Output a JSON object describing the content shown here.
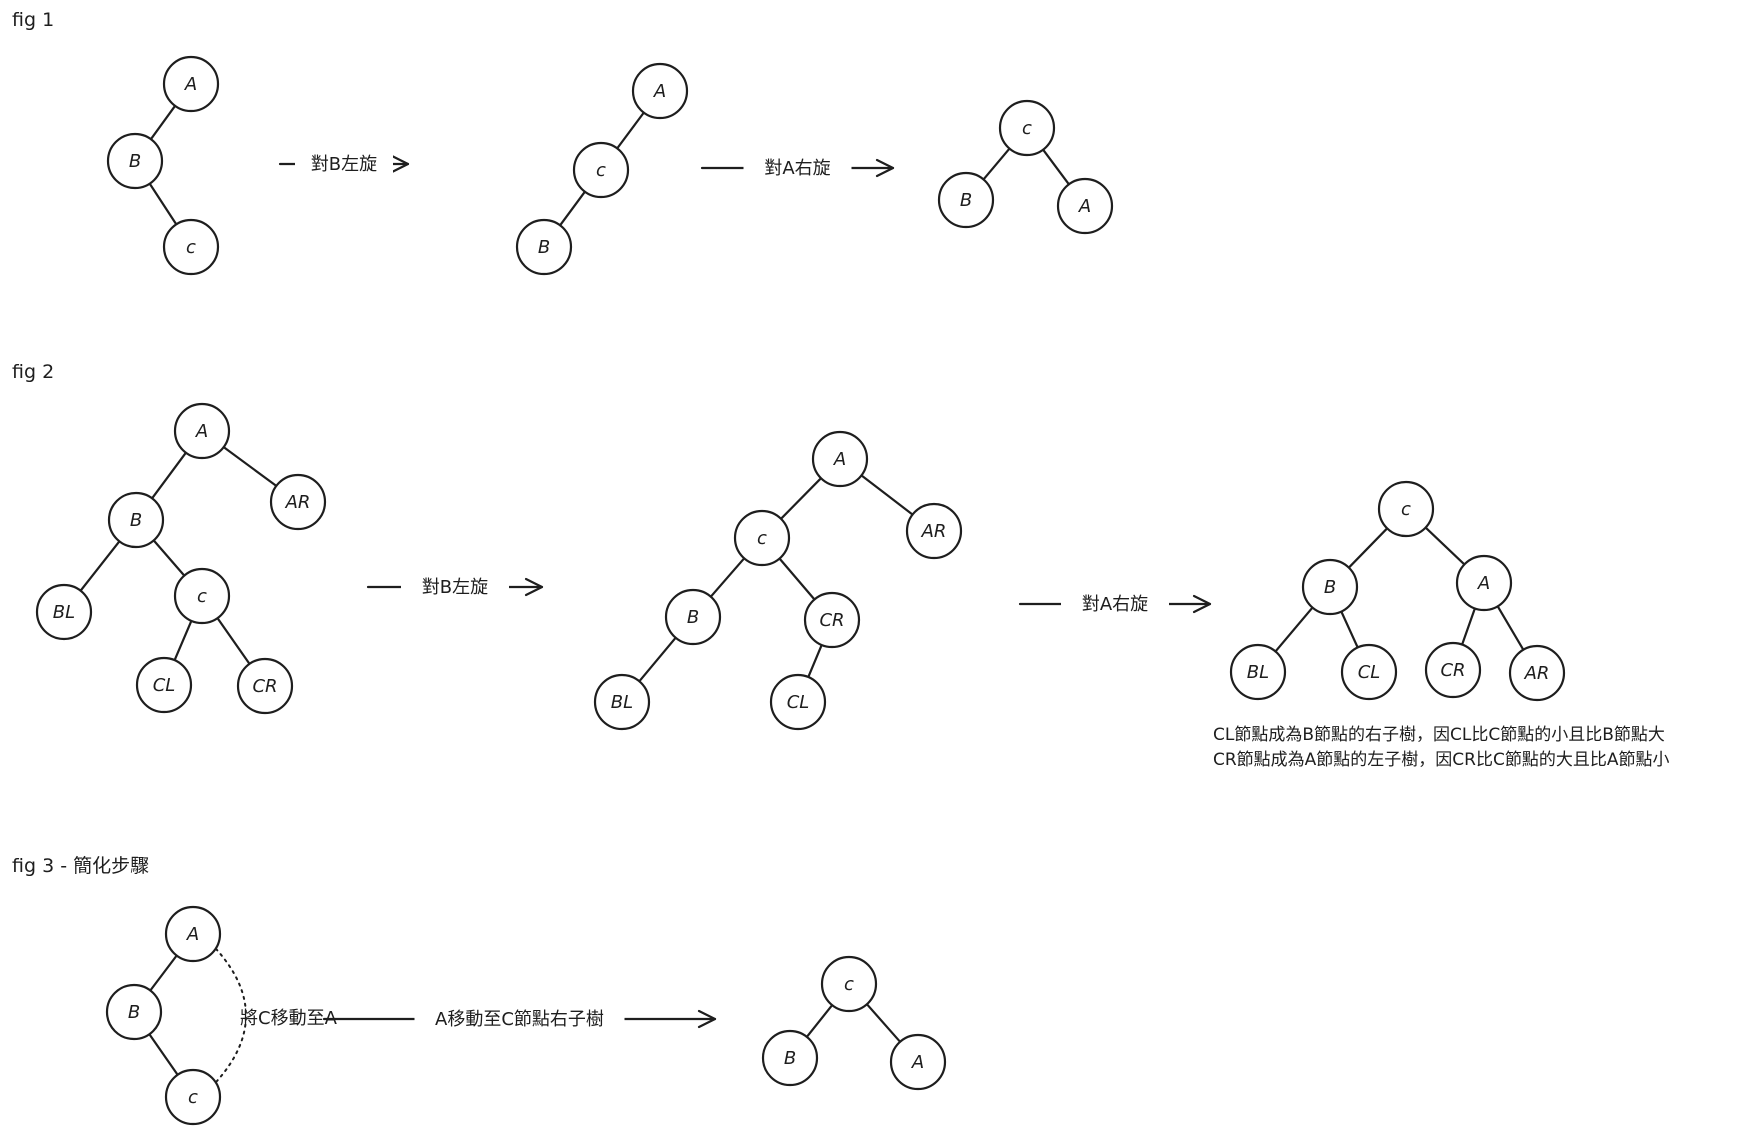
{
  "figures": [
    {
      "id": "fig1",
      "label": "fig 1",
      "trees": [
        {
          "nodes": [
            {
              "id": "A",
              "label": "A"
            },
            {
              "id": "B",
              "label": "B"
            },
            {
              "id": "C",
              "label": "c"
            }
          ],
          "edges": [
            [
              "A",
              "B"
            ],
            [
              "B",
              "C"
            ]
          ]
        },
        {
          "nodes": [
            {
              "id": "A",
              "label": "A"
            },
            {
              "id": "C",
              "label": "c"
            },
            {
              "id": "B",
              "label": "B"
            }
          ],
          "edges": [
            [
              "A",
              "C"
            ],
            [
              "C",
              "B"
            ]
          ]
        },
        {
          "nodes": [
            {
              "id": "C",
              "label": "c"
            },
            {
              "id": "B",
              "label": "B"
            },
            {
              "id": "A",
              "label": "A"
            }
          ],
          "edges": [
            [
              "C",
              "B"
            ],
            [
              "C",
              "A"
            ]
          ]
        }
      ],
      "arrows": [
        {
          "label": "對B左旋"
        },
        {
          "label": "對A右旋"
        }
      ]
    },
    {
      "id": "fig2",
      "label": "fig 2",
      "trees": [
        {
          "nodes": [
            {
              "id": "A",
              "label": "A"
            },
            {
              "id": "AR",
              "label": "AR"
            },
            {
              "id": "B",
              "label": "B"
            },
            {
              "id": "BL",
              "label": "BL"
            },
            {
              "id": "C",
              "label": "c"
            },
            {
              "id": "CL",
              "label": "CL"
            },
            {
              "id": "CR",
              "label": "CR"
            }
          ],
          "edges": [
            [
              "A",
              "B"
            ],
            [
              "A",
              "AR"
            ],
            [
              "B",
              "BL"
            ],
            [
              "B",
              "C"
            ],
            [
              "C",
              "CL"
            ],
            [
              "C",
              "CR"
            ]
          ]
        },
        {
          "nodes": [
            {
              "id": "A",
              "label": "A"
            },
            {
              "id": "AR",
              "label": "AR"
            },
            {
              "id": "C",
              "label": "c"
            },
            {
              "id": "B",
              "label": "B"
            },
            {
              "id": "CR",
              "label": "CR"
            },
            {
              "id": "BL",
              "label": "BL"
            },
            {
              "id": "CL",
              "label": "CL"
            }
          ],
          "edges": [
            [
              "A",
              "C"
            ],
            [
              "A",
              "AR"
            ],
            [
              "C",
              "B"
            ],
            [
              "C",
              "CR"
            ],
            [
              "B",
              "BL"
            ],
            [
              "CR",
              "CL"
            ]
          ]
        },
        {
          "nodes": [
            {
              "id": "C",
              "label": "c"
            },
            {
              "id": "B",
              "label": "B"
            },
            {
              "id": "A",
              "label": "A"
            },
            {
              "id": "BL",
              "label": "BL"
            },
            {
              "id": "CL",
              "label": "CL"
            },
            {
              "id": "CR",
              "label": "CR"
            },
            {
              "id": "AR",
              "label": "AR"
            }
          ],
          "edges": [
            [
              "C",
              "B"
            ],
            [
              "C",
              "A"
            ],
            [
              "B",
              "BL"
            ],
            [
              "B",
              "CL"
            ],
            [
              "A",
              "CR"
            ],
            [
              "A",
              "AR"
            ]
          ]
        }
      ],
      "arrows": [
        {
          "label": "對B左旋"
        },
        {
          "label": "對A右旋"
        }
      ],
      "notes": [
        "CL節點成為B節點的右子樹，因CL比C節點的小且比B節點大",
        "CR節點成為A節點的左子樹，因CR比C節點的大且比A節點小"
      ]
    },
    {
      "id": "fig3",
      "label": "fig 3 - 簡化步驟",
      "trees": [
        {
          "nodes": [
            {
              "id": "A",
              "label": "A"
            },
            {
              "id": "B",
              "label": "B"
            },
            {
              "id": "C",
              "label": "c"
            }
          ],
          "edges": [
            [
              "A",
              "B"
            ],
            [
              "B",
              "C"
            ]
          ],
          "dotted_edges": [
            [
              "A",
              "C"
            ]
          ],
          "annotation": "將C移動至A"
        },
        {
          "nodes": [
            {
              "id": "C",
              "label": "c"
            },
            {
              "id": "B",
              "label": "B"
            },
            {
              "id": "A",
              "label": "A"
            }
          ],
          "edges": [
            [
              "C",
              "B"
            ],
            [
              "C",
              "A"
            ]
          ]
        }
      ],
      "arrows": [
        {
          "label": "A移動至C節點右子樹"
        }
      ]
    }
  ]
}
